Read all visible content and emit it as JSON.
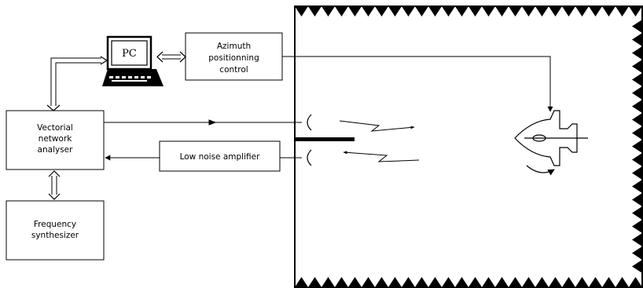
{
  "colors": {
    "ink": "#000000",
    "paper": "#ffffff"
  },
  "icons": {
    "computer": "pc-icon",
    "antenna": "horn-antenna-icon",
    "target": "aircraft-icon",
    "absorber": "anechoic-absorber-spikes"
  },
  "blocks": {
    "pc": {
      "line1": "PC"
    },
    "azimuth": {
      "line1": "Azimuth",
      "line2": "positionning",
      "line3": "control"
    },
    "vna": {
      "line1": "Vectorial",
      "line2": "network",
      "line3": "analyser"
    },
    "lna": {
      "line1": "Low noise amplifier"
    },
    "synth": {
      "line1": "Frequency",
      "line2": "synthesizer"
    }
  }
}
